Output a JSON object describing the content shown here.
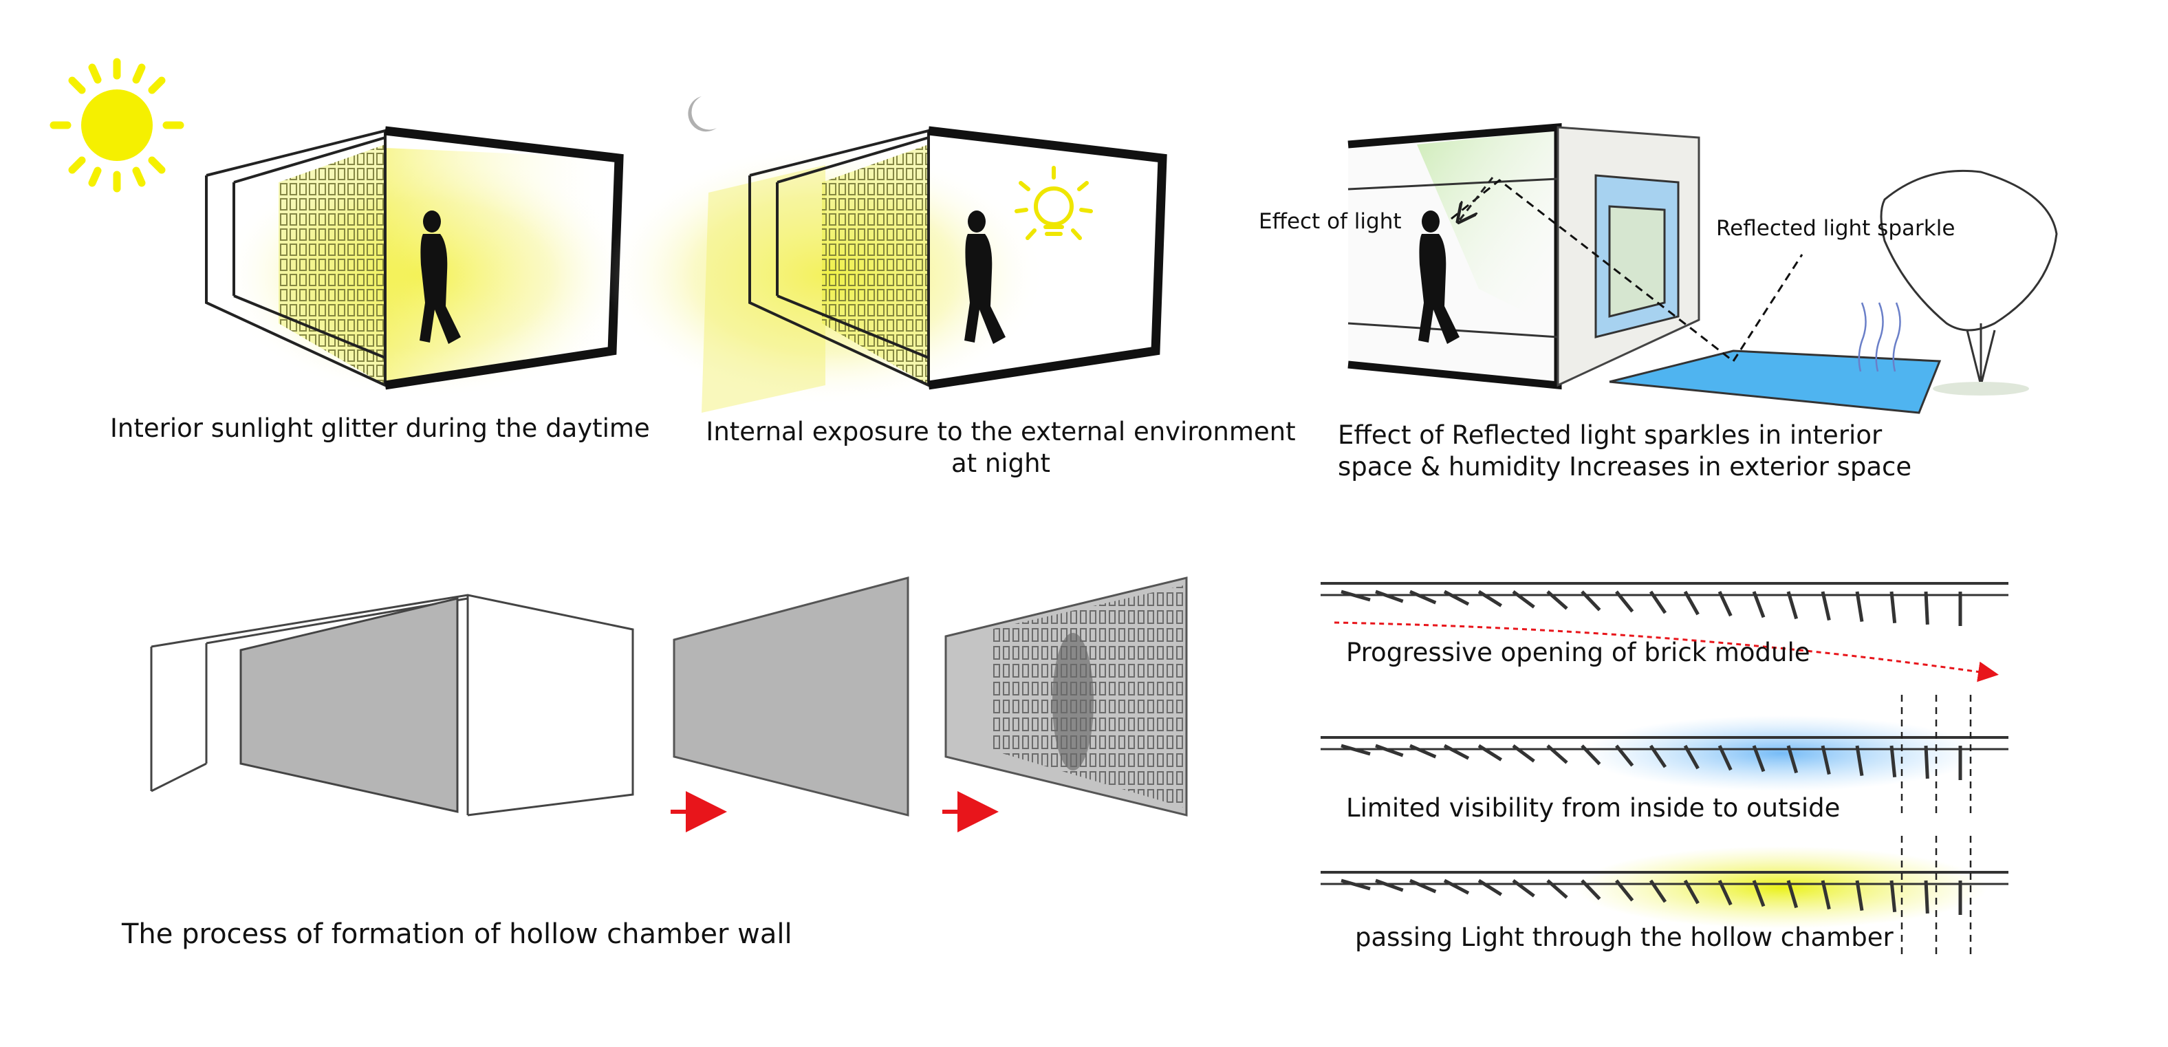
{
  "captions": {
    "daytime": "Interior sunlight glitter during  the daytime",
    "night_line1": "Internal exposure to the external environment",
    "night_line2": "at night",
    "reflected_line1": "Effect of Reflected light sparkles in interior",
    "reflected_line2": "space & humidity Increases in exterior space",
    "formation": "The process of formation of hollow chamber wall",
    "progressive": "Progressive opening of brick module",
    "limited": "Limited visibility from inside to outside",
    "passing": "passing Light through the hollow chamber"
  },
  "labels": {
    "effect_of_light": "Effect of  light",
    "reflected_sparkle": "Reflected light sparkle"
  },
  "icons": [
    "sun-icon",
    "moon-icon",
    "light-bulb-icon",
    "red-arrow-icon"
  ],
  "colors": {
    "sunlight": "#f5f000",
    "glow": "#f7f59a",
    "water": "#4fb4f0",
    "shadow_blue": "#6ab8f5",
    "arrow_red": "#e8151b",
    "panel_gray": "#b5b5b5",
    "moon": "#b0b0b0"
  }
}
